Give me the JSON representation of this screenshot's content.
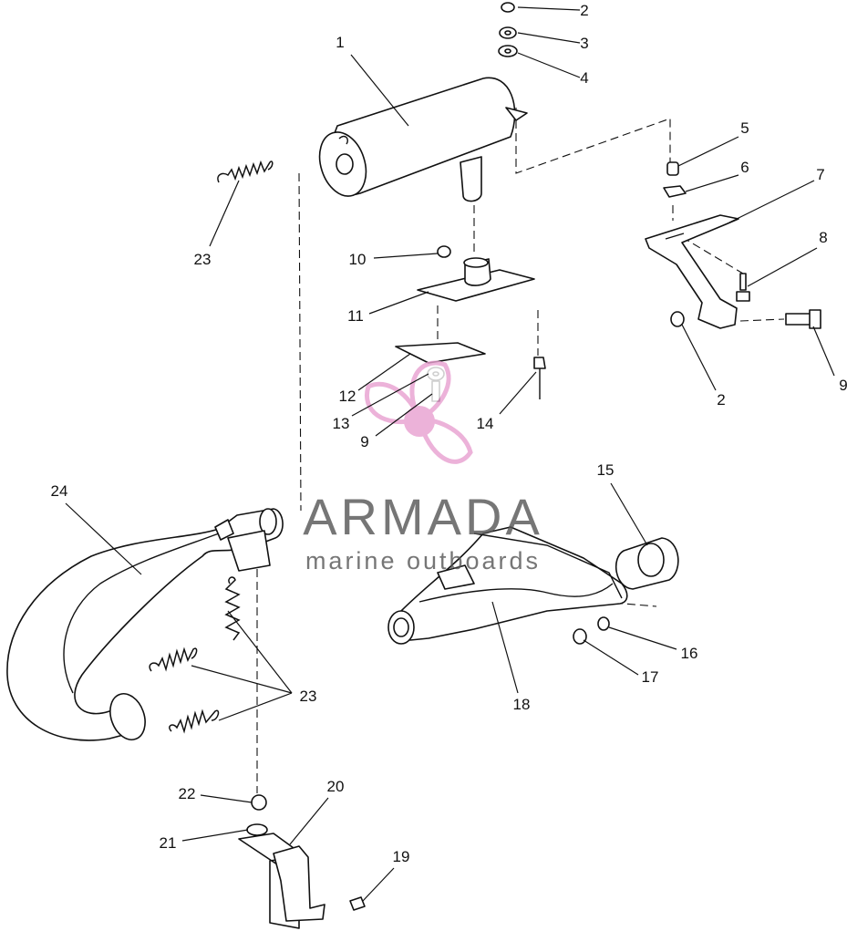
{
  "watermark": {
    "brand": "ARMADA",
    "tagline": "marine outboards",
    "brand_color": "#555555",
    "logo_color": "#e8a0d0"
  },
  "callouts": [
    {
      "id": "c1",
      "text": "1"
    },
    {
      "id": "c2a",
      "text": "2"
    },
    {
      "id": "c3",
      "text": "3"
    },
    {
      "id": "c4",
      "text": "4"
    },
    {
      "id": "c5",
      "text": "5"
    },
    {
      "id": "c6",
      "text": "6"
    },
    {
      "id": "c7",
      "text": "7"
    },
    {
      "id": "c8",
      "text": "8"
    },
    {
      "id": "c9a",
      "text": "9"
    },
    {
      "id": "c2b",
      "text": "2"
    },
    {
      "id": "c10",
      "text": "10"
    },
    {
      "id": "c11",
      "text": "11"
    },
    {
      "id": "c12",
      "text": "12"
    },
    {
      "id": "c13",
      "text": "13"
    },
    {
      "id": "c9b",
      "text": "9"
    },
    {
      "id": "c14",
      "text": "14"
    },
    {
      "id": "c23a",
      "text": "23"
    },
    {
      "id": "c24",
      "text": "24"
    },
    {
      "id": "c15",
      "text": "15"
    },
    {
      "id": "c16",
      "text": "16"
    },
    {
      "id": "c17",
      "text": "17"
    },
    {
      "id": "c18",
      "text": "18"
    },
    {
      "id": "c23b",
      "text": "23"
    },
    {
      "id": "c22",
      "text": "22"
    },
    {
      "id": "c20",
      "text": "20"
    },
    {
      "id": "c21",
      "text": "21"
    },
    {
      "id": "c19",
      "text": "19"
    }
  ]
}
